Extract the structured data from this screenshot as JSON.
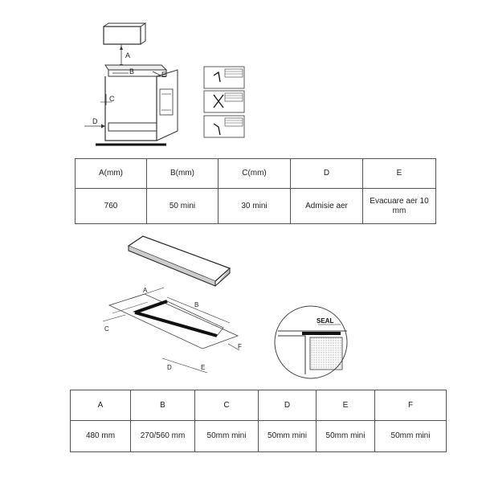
{
  "diagram1": {
    "labels": {
      "a": "A",
      "b": "B",
      "c": "C",
      "d": "D",
      "e": "E"
    }
  },
  "table1": {
    "headers": [
      "A(mm)",
      "B(mm)",
      "C(mm)",
      "D",
      "E"
    ],
    "values": [
      "760",
      "50 mini",
      "30 mini",
      "Admisie aer",
      "Evacuare aer 10 mm"
    ]
  },
  "diagram2": {
    "labels": {
      "a": "A",
      "b": "B",
      "c": "C",
      "d": "D",
      "e": "E",
      "f": "F"
    },
    "seal_label": "SEAL"
  },
  "table2": {
    "headers": [
      "A",
      "B",
      "C",
      "D",
      "E",
      "F"
    ],
    "values": [
      "480 mm",
      "270/560 mm",
      "50mm mini",
      "50mm mini",
      "50mm mini",
      "50mm mini"
    ]
  }
}
